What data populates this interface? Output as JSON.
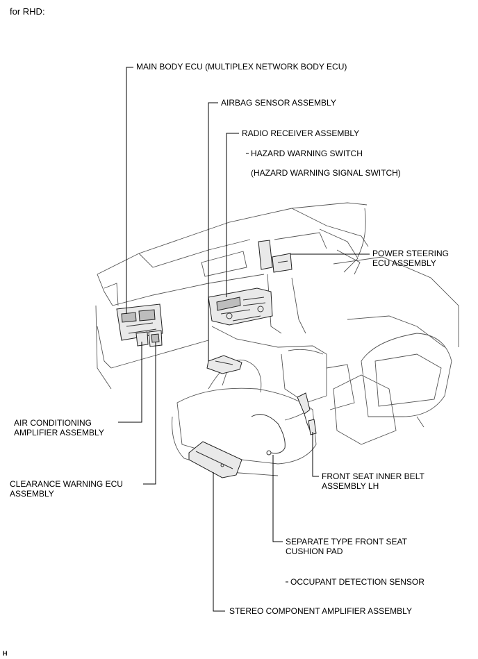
{
  "header": "for RHD:",
  "labels": {
    "main_body_ecu": "MAIN BODY ECU (MULTIPLEX NETWORK BODY ECU)",
    "airbag_sensor": "AIRBAG SENSOR ASSEMBLY",
    "radio_receiver": "RADIO RECEIVER ASSEMBLY",
    "hazard_switch": "HAZARD WARNING SWITCH",
    "hazard_signal_switch": "(HAZARD WARNING SIGNAL SWITCH)",
    "power_steering_1": "POWER STEERING",
    "power_steering_2": "ECU ASSEMBLY",
    "ac_amplifier_1": "AIR CONDITIONING",
    "ac_amplifier_2": "AMPLIFIER ASSEMBLY",
    "clearance_ecu_1": "CLEARANCE WARNING ECU",
    "clearance_ecu_2": "ASSEMBLY",
    "inner_belt_1": "FRONT SEAT INNER BELT",
    "inner_belt_2": "ASSEMBLY LH",
    "cushion_pad_1": "SEPARATE TYPE FRONT SEAT",
    "cushion_pad_2": "CUSHION PAD",
    "occupant_sensor": "OCCUPANT DETECTION SENSOR",
    "stereo_amplifier": "STEREO COMPONENT AMPLIFIER ASSEMBLY"
  },
  "footer_code": "H"
}
